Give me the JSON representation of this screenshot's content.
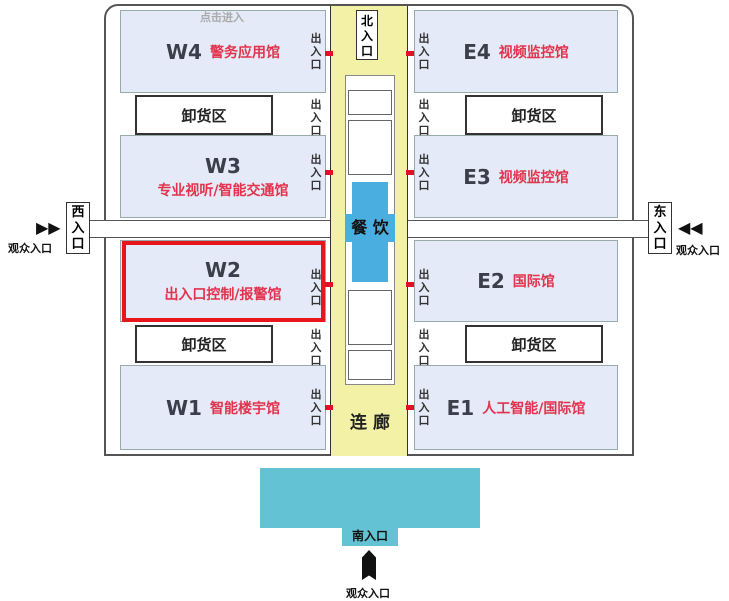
{
  "hint": "点击进入",
  "halls": {
    "w4": {
      "code": "W4",
      "name": "警务应用馆"
    },
    "w3": {
      "code": "W3",
      "name": "专业视听/智能交通馆"
    },
    "w2": {
      "code": "W2",
      "name": "出入口控制/报警馆"
    },
    "w1": {
      "code": "W1",
      "name": "智能楼宇馆"
    },
    "e4": {
      "code": "E4",
      "name": "视频监控馆"
    },
    "e3": {
      "code": "E3",
      "name": "视频监控馆"
    },
    "e2": {
      "code": "E2",
      "name": "国际馆"
    },
    "e1": {
      "code": "E1",
      "name": "人工智能/国际馆"
    }
  },
  "unloading": "卸货区",
  "exit": "出入口",
  "entrances": {
    "north": "北入口",
    "south": "南入口",
    "west": "西入口",
    "east": "东入口"
  },
  "visitor_entrance": "观众入口",
  "dining": "餐 饮",
  "corridor": "连 廊",
  "colors": {
    "hall": "#e4eaf7",
    "accent": "#e2334d",
    "corridor": "#f3f1a5",
    "dining": "#4aaee0",
    "south": "#63c3d4",
    "selected": "#e8151b"
  }
}
